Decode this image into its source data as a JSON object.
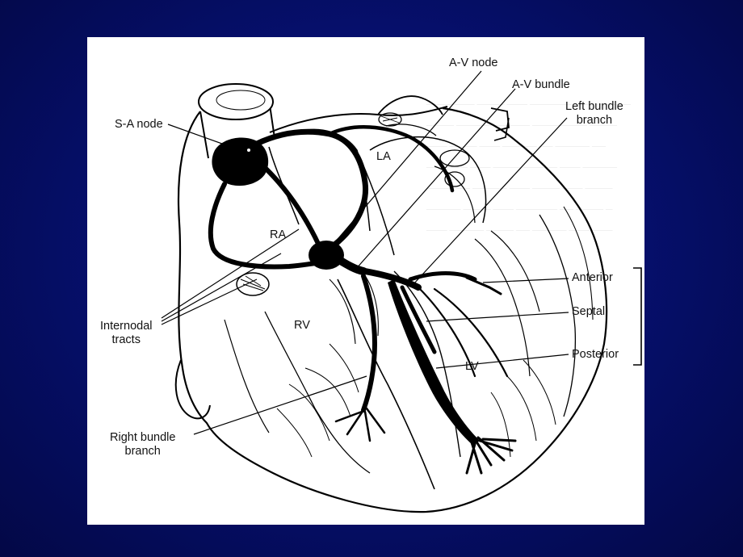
{
  "slide": {
    "background_color": "#061070",
    "panel_color": "#ffffff"
  },
  "diagram": {
    "labels": {
      "sa_node": "S-A node",
      "av_node": "A-V node",
      "av_bundle": "A-V bundle",
      "left_bundle_branch": [
        "Left bundle",
        "branch"
      ],
      "internodal_tracts": [
        "Internodal",
        "tracts"
      ],
      "right_bundle_branch": [
        "Right bundle",
        "branch"
      ],
      "anterior": "Anterior",
      "septal": "Septal",
      "posterior": "Posterior"
    },
    "chambers": {
      "ra": "RA",
      "la": "LA",
      "rv": "RV",
      "lv": "LV"
    }
  }
}
